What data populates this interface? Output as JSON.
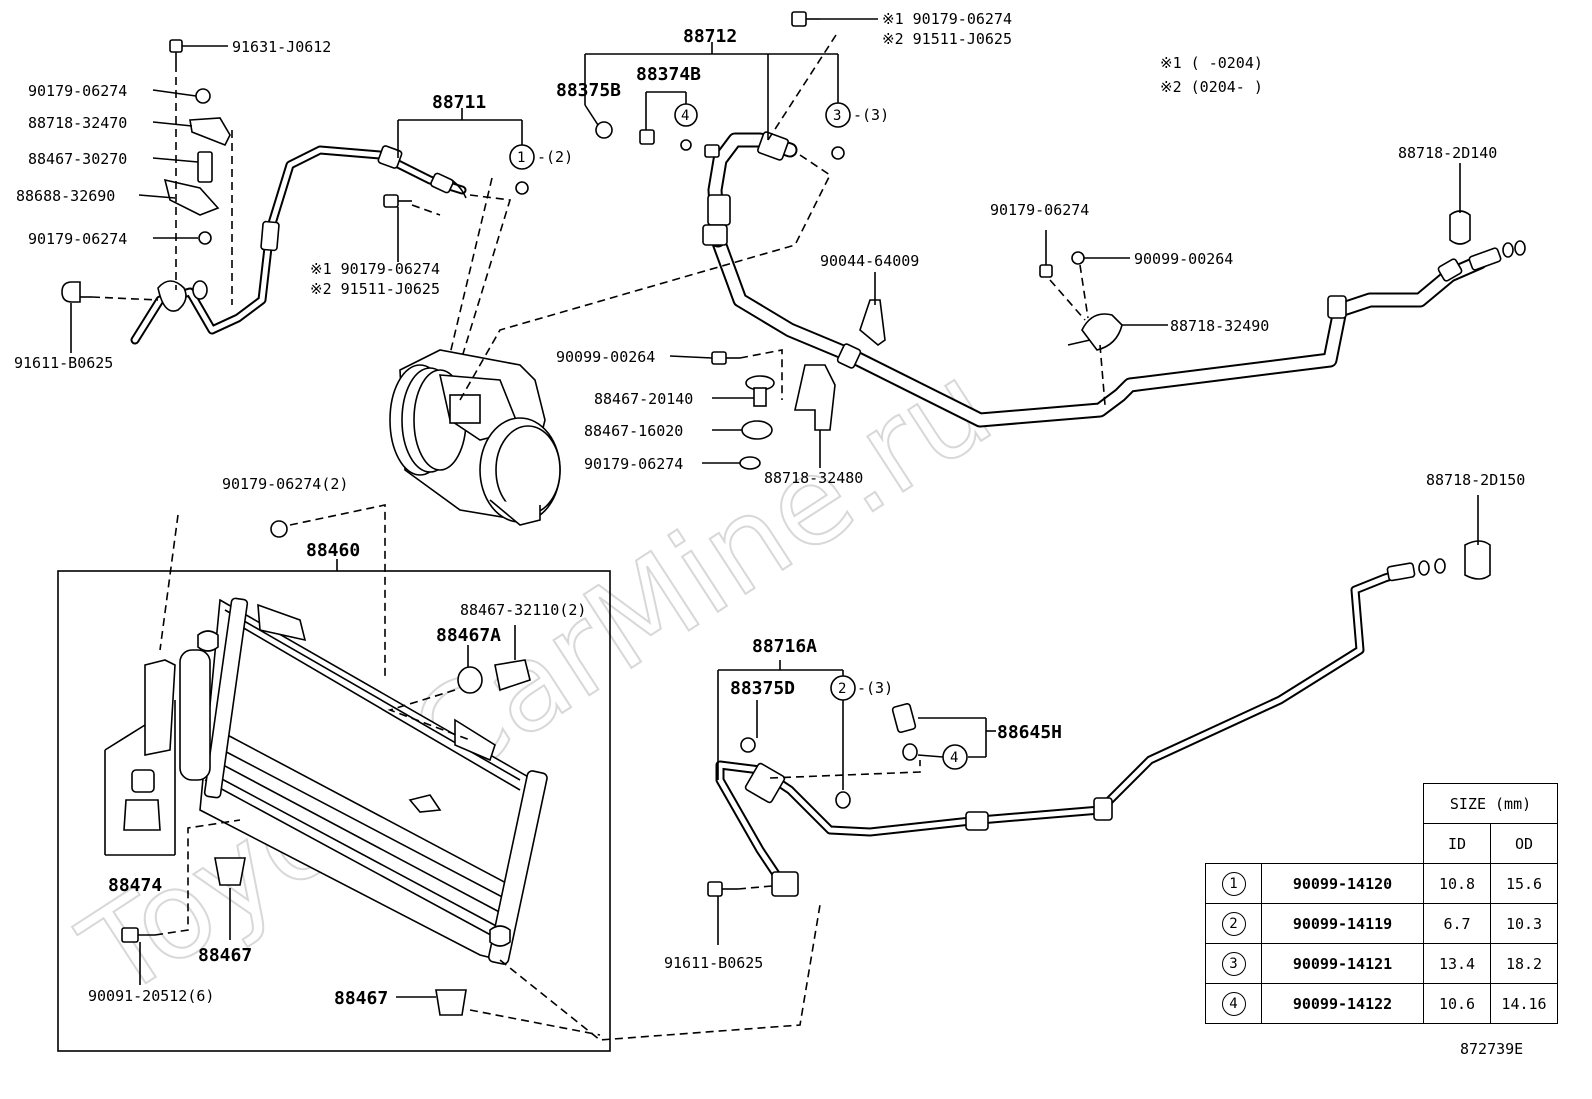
{
  "labels": {
    "p88711": "88711",
    "p88712": "88712",
    "p88375B": "88375B",
    "p88374B": "88374B",
    "p88460": "88460",
    "p88467A": "88467A",
    "p88474": "88474",
    "p88467a": "88467",
    "p88467b": "88467",
    "p88716A": "88716A",
    "p88375D": "88375D",
    "p88645H": "88645H",
    "b91631": "91631-J0612",
    "b90179_a": "90179-06274",
    "b88718_32470": "88718-32470",
    "b88467_30270": "88467-30270",
    "b88688_32690": "88688-32690",
    "b90179_b": "90179-06274",
    "b91611_a": "91611-B0625",
    "r90179_c1": "※1 90179-06274",
    "r91511_c2": "※2 91511-J0625",
    "r90179_top1": "※1 90179-06274",
    "r91511_top2": "※2 91511-J0625",
    "note1": "※1 (      -0204)",
    "note2": "※2 (0204-      )",
    "b88718_2D140": "88718-2D140",
    "b90179_d": "90179-06274",
    "b90099_00264_a": "90099-00264",
    "b88718_32490": "88718-32490",
    "b90044": "90044-64009",
    "b90099_00264_b": "90099-00264",
    "b88467_20140": "88467-20140",
    "b88467_16020": "88467-16020",
    "b90179_e": "90179-06274",
    "b88718_32480": "88718-32480",
    "b90179_f": "90179-06274(2)",
    "b88467_32110": "88467-32110(2)",
    "b88718_2D150": "88718-2D150",
    "b91611_b": "91611-B0625",
    "b90091": "90091-20512(6)",
    "c1_qty": "-(2)",
    "c3_qty": "-(3)",
    "c2_qty": "-(3)",
    "c1": "1",
    "c2": "2",
    "c3": "3",
    "c4a": "4",
    "c4b": "4"
  },
  "size_table": {
    "header": "SIZE (mm)",
    "col_id": "ID",
    "col_od": "OD",
    "rows": [
      {
        "ref": "1",
        "part": "90099-14120",
        "id": "10.8",
        "od": "15.6"
      },
      {
        "ref": "2",
        "part": "90099-14119",
        "id": "6.7",
        "od": "10.3"
      },
      {
        "ref": "3",
        "part": "90099-14121",
        "id": "13.4",
        "od": "18.2"
      },
      {
        "ref": "4",
        "part": "90099-14122",
        "id": "10.6",
        "od": "14.16"
      }
    ]
  },
  "diagram_id": "872739E",
  "watermark": "ToyotaCarMine.ru"
}
